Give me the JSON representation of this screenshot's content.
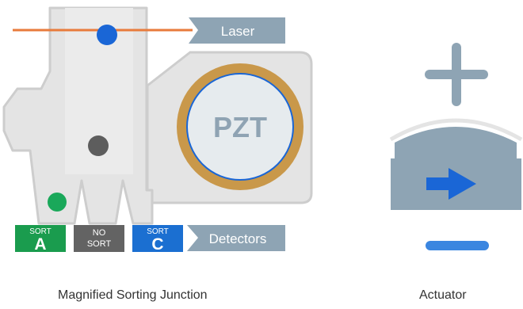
{
  "labels": {
    "laser": "Laser",
    "detectors": "Detectors",
    "pzt": "PZT"
  },
  "sort_boxes": [
    {
      "top": "SORT",
      "main": "A",
      "color": "#1a9c4e"
    },
    {
      "top": "NO",
      "main": "SORT",
      "color": "#636363"
    },
    {
      "top": "SORT",
      "main": "C",
      "color": "#1b6fd1"
    }
  ],
  "captions": {
    "left": "Magnified Sorting Junction",
    "right": "Actuator"
  },
  "colors": {
    "channel": "#e4e4e4",
    "channel_edge": "#cdcdcd",
    "laser_line": "#e87b3c",
    "label_tab": "#8ea4b4",
    "pzt_ring": "#c9984a",
    "pzt_inner": "#e6ebee",
    "pzt_text": "#8fa3b3",
    "particle_blue": "#1a66d6",
    "particle_gray": "#5d5d5d",
    "particle_green": "#1aa85a",
    "actuator_body": "#8ea4b4",
    "actuator_arrow": "#1a66d6",
    "plus_sign": "#8ea4b4",
    "minus_sign": "#3b86e0"
  }
}
